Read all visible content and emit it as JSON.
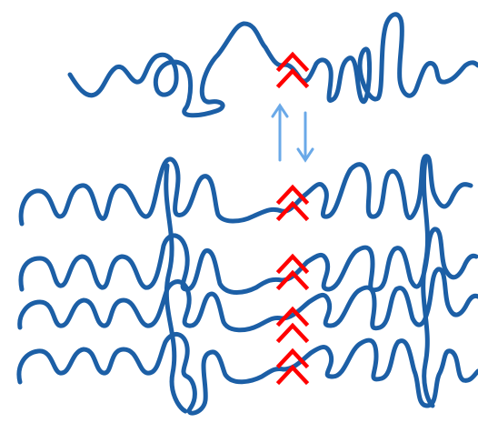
{
  "diagram": {
    "free_strand": {
      "color": "#1c5fa6",
      "label": ""
    },
    "stacked_strands": {
      "count": 4,
      "color": "#1c5fa6"
    },
    "markers": {
      "shape": "double-chevron",
      "color": "#ff0000",
      "count": 5
    },
    "exchange_arrows": {
      "direction": "up-down",
      "color": "#6aa9e8"
    }
  }
}
